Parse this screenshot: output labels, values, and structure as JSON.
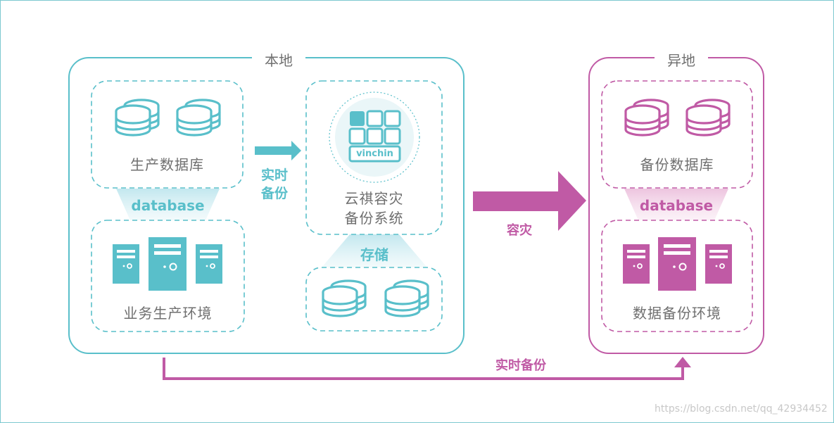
{
  "local": {
    "title": "本地",
    "production_db_label": "生产数据库",
    "database_label": "database",
    "business_env_label": "业务生产环境",
    "realtime_backup_label": "实时\n备份",
    "system_label": "云祺容灾\n备份系统",
    "logo_text": "vinchin",
    "storage_label": "存储"
  },
  "remote": {
    "title": "异地",
    "backup_db_label": "备份数据库",
    "database_label": "database",
    "backup_env_label": "数据备份环境"
  },
  "disaster_recovery_label": "容灾",
  "bottom_realtime_backup_label": "实时备份",
  "watermark": "https://blog.csdn.net/qq_42934452",
  "colors": {
    "teal": "#59bfca",
    "magenta": "#c05aa5",
    "text_gray": "#6f6f6f"
  }
}
